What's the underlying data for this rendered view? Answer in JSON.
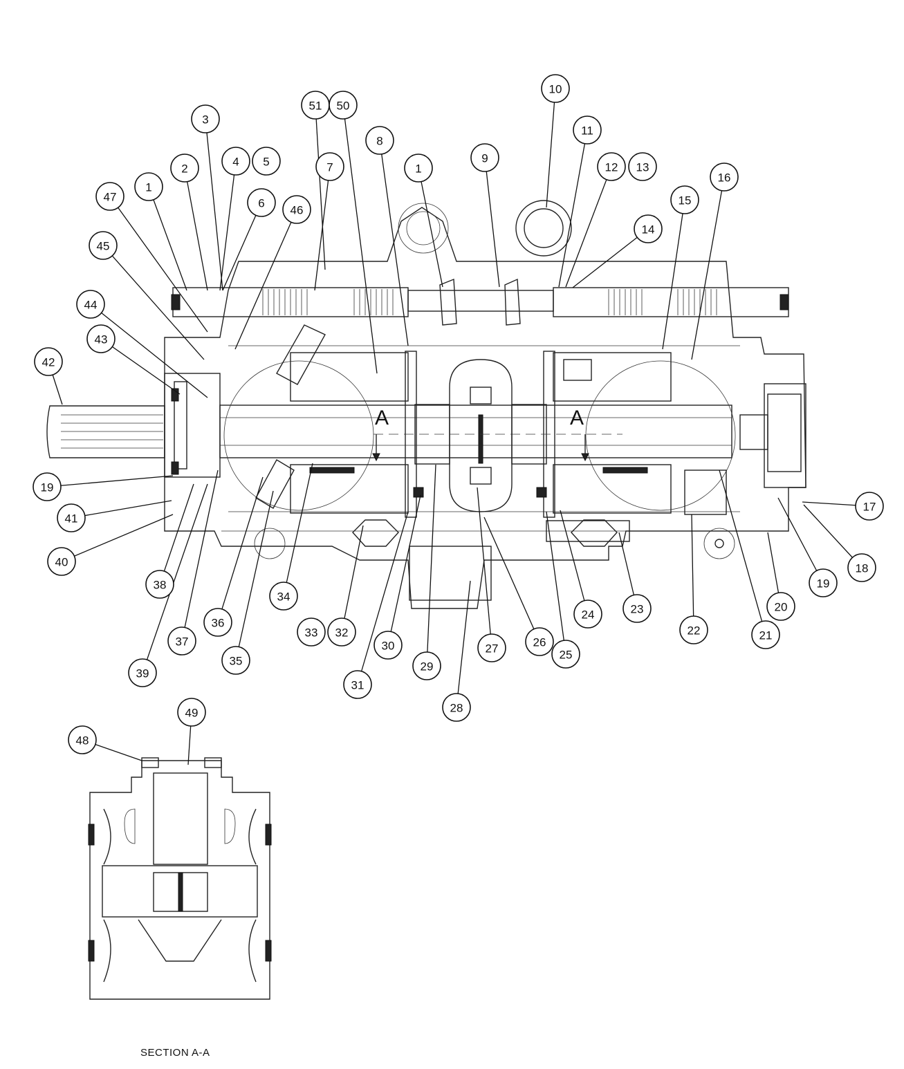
{
  "section_marker": "A",
  "section_caption": "SECTION A-A",
  "callouts": [
    "1",
    "2",
    "3",
    "4",
    "5",
    "6",
    "7",
    "8",
    "1",
    "9",
    "10",
    "11",
    "12",
    "13",
    "14",
    "15",
    "16",
    "17",
    "18",
    "19",
    "20",
    "21",
    "22",
    "23",
    "24",
    "25",
    "26",
    "27",
    "28",
    "29",
    "30",
    "31",
    "32",
    "33",
    "34",
    "35",
    "36",
    "37",
    "38",
    "39",
    "40",
    "41",
    "19",
    "42",
    "43",
    "44",
    "45",
    "47",
    "46",
    "51",
    "50",
    "48",
    "49"
  ]
}
